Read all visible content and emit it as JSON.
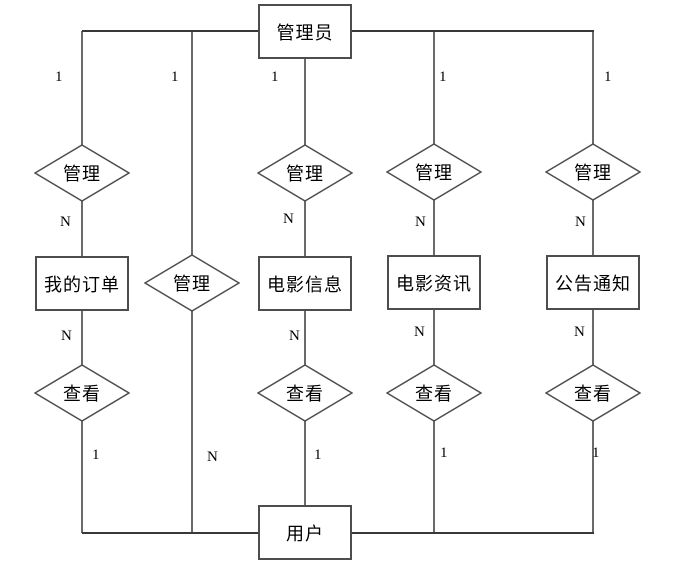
{
  "diagram": {
    "title": "admin-user-er-diagram",
    "entities": {
      "admin": "管理员",
      "user": "用户",
      "my_orders": "我的订单",
      "movie_info": "电影信息",
      "movie_news": "电影资讯",
      "announcements": "公告通知"
    },
    "relationships": {
      "manage": "管理",
      "view": "查看"
    },
    "cardinalities": {
      "one": "1",
      "many": "N"
    },
    "colors": {
      "line": "#606060",
      "connector": "#383838",
      "shape_border": "#4d4d4d",
      "shape_fill": "#ffffff",
      "text": "#000000",
      "background": "#ffffff"
    }
  }
}
